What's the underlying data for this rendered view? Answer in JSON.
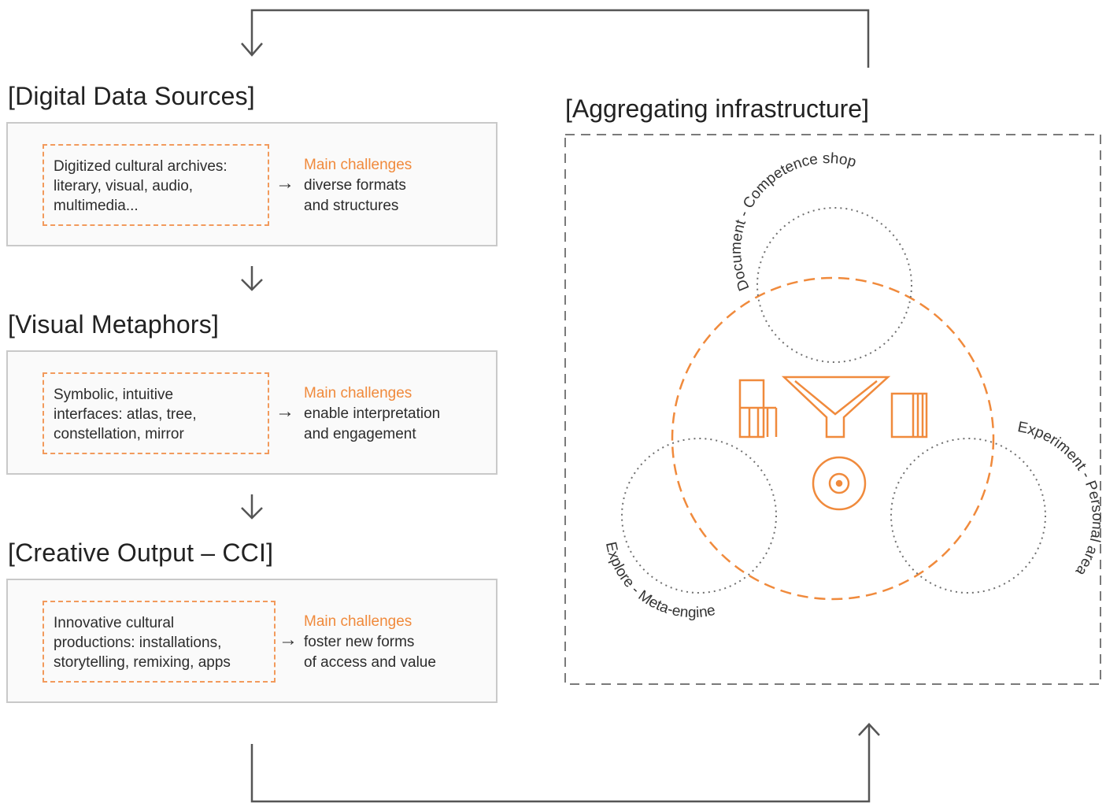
{
  "sections": [
    {
      "title": "[Digital Data Sources]",
      "content": [
        "Digitized cultural archives:",
        "literary, visual, audio,",
        "multimedia..."
      ],
      "challenge_label": "Main challenges",
      "challenge": [
        "diverse formats",
        "and structures"
      ]
    },
    {
      "title": "[Visual Metaphors]",
      "content": [
        "Symbolic, intuitive",
        "interfaces: atlas, tree,",
        "constellation, mirror"
      ],
      "challenge_label": "Main challenges",
      "challenge": [
        "enable interpretation",
        "and engagement"
      ]
    },
    {
      "title": "[Creative Output – CCI]",
      "content": [
        "Innovative cultural",
        "productions: installations,",
        "storytelling, remixing, apps"
      ],
      "challenge_label": "Main challenges",
      "challenge": [
        "foster new forms",
        "of access and value"
      ]
    }
  ],
  "infrastructure": {
    "title": "[Aggregating infrastructure]",
    "labels": {
      "top": "Document - Competence shop",
      "right": "Experiment - Personal area",
      "left": "Explore - Meta-engine"
    }
  },
  "colors": {
    "accent": "#f08a3c",
    "line": "#555555",
    "card_border": "#c9c9c9",
    "dashed_gray": "#7a7a7a"
  },
  "arrow_glyph": "→"
}
